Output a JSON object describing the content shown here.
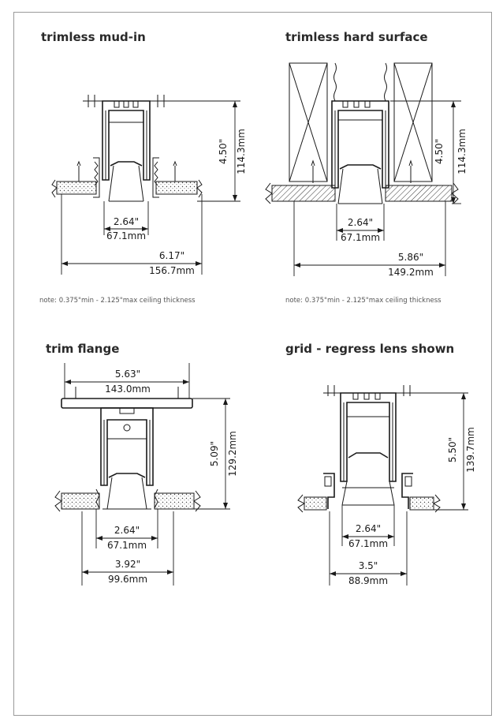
{
  "panels": [
    {
      "title": "trimless mud-in",
      "dims": {
        "height_in": "4.50\"",
        "height_mm": "114.3mm",
        "inner_in": "2.64\"",
        "inner_mm": "67.1mm",
        "outer_in": "6.17\"",
        "outer_mm": "156.7mm"
      },
      "note": "note: 0.375\"min - 2.125\"max ceiling thickness"
    },
    {
      "title": "trimless hard surface",
      "dims": {
        "height_in": "4.50\"",
        "height_mm": "114.3mm",
        "inner_in": "2.64\"",
        "inner_mm": "67.1mm",
        "outer_in": "5.86\"",
        "outer_mm": "149.2mm"
      },
      "note": "note: 0.375\"min - 2.125\"max ceiling thickness"
    },
    {
      "title": "trim flange",
      "dims": {
        "top_in": "5.63\"",
        "top_mm": "143.0mm",
        "height_in": "5.09\"",
        "height_mm": "129.2mm",
        "inner_in": "2.64\"",
        "inner_mm": "67.1mm",
        "outer_in": "3.92\"",
        "outer_mm": "99.6mm"
      }
    },
    {
      "title": "grid - regress lens shown",
      "dims": {
        "height_in": "5.50\"",
        "height_mm": "139.7mm",
        "inner_in": "2.64\"",
        "inner_mm": "67.1mm",
        "outer_in": "3.5\"",
        "outer_mm": "88.9mm"
      }
    }
  ]
}
